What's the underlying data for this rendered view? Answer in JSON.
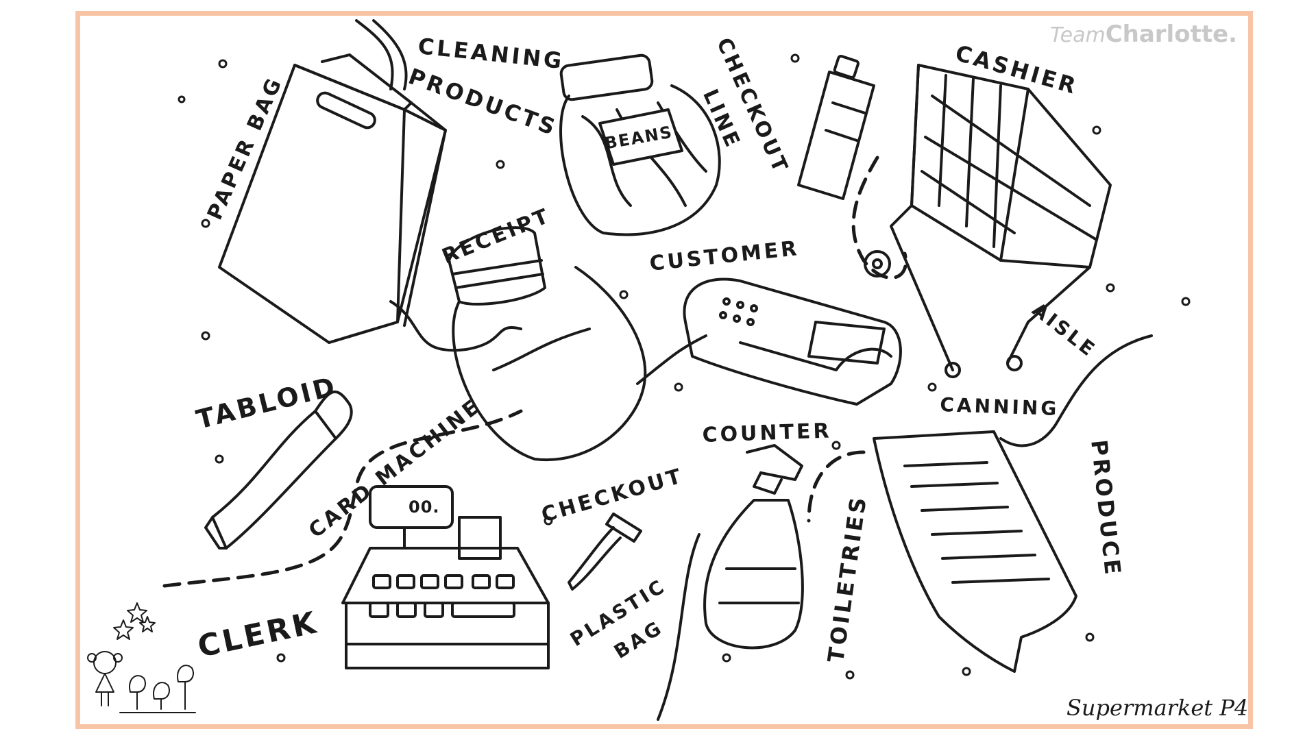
{
  "brand": {
    "team": "Team",
    "name": "Charlotte",
    "dot": "."
  },
  "caption": "Supermarket P4",
  "labels": {
    "paper_bag": "PAPER BAG",
    "cleaning_products": [
      "CLEANING",
      "PRODUCTS"
    ],
    "checkout_line": [
      "CHECKOUT",
      "LINE"
    ],
    "cashier": "CASHIER",
    "receipt": "RECEIPT",
    "customer": "CUSTOMER",
    "tabloid": "TABLOID",
    "card_machine": "CARD MACHINE",
    "aisle": "AISLE",
    "canning": "CANNING",
    "counter": "COUNTER",
    "checkout": "CHECKOUT",
    "produce": "PRODUCE",
    "clerk": "CLERK",
    "plastic_bag": [
      "PLASTIC",
      "BAG"
    ],
    "toiletries": "TOILETRIES"
  },
  "object_text": {
    "jar_label": "BEANS",
    "register_display": "00."
  },
  "colors": {
    "frame": "#f7c4a5",
    "ink": "#1a1a1a",
    "brand": "#c8c8c8"
  },
  "icons": [
    "paper-bag-illustration",
    "bean-jar-illustration",
    "spray-bottle-small-illustration",
    "shopping-cart-illustration",
    "mason-jar-illustration",
    "card-machine-illustration",
    "tube-illustration",
    "cash-register-illustration",
    "razor-illustration",
    "spray-bottle-illustration",
    "receipt-illustration",
    "girl-doodle",
    "stars-doodle"
  ]
}
